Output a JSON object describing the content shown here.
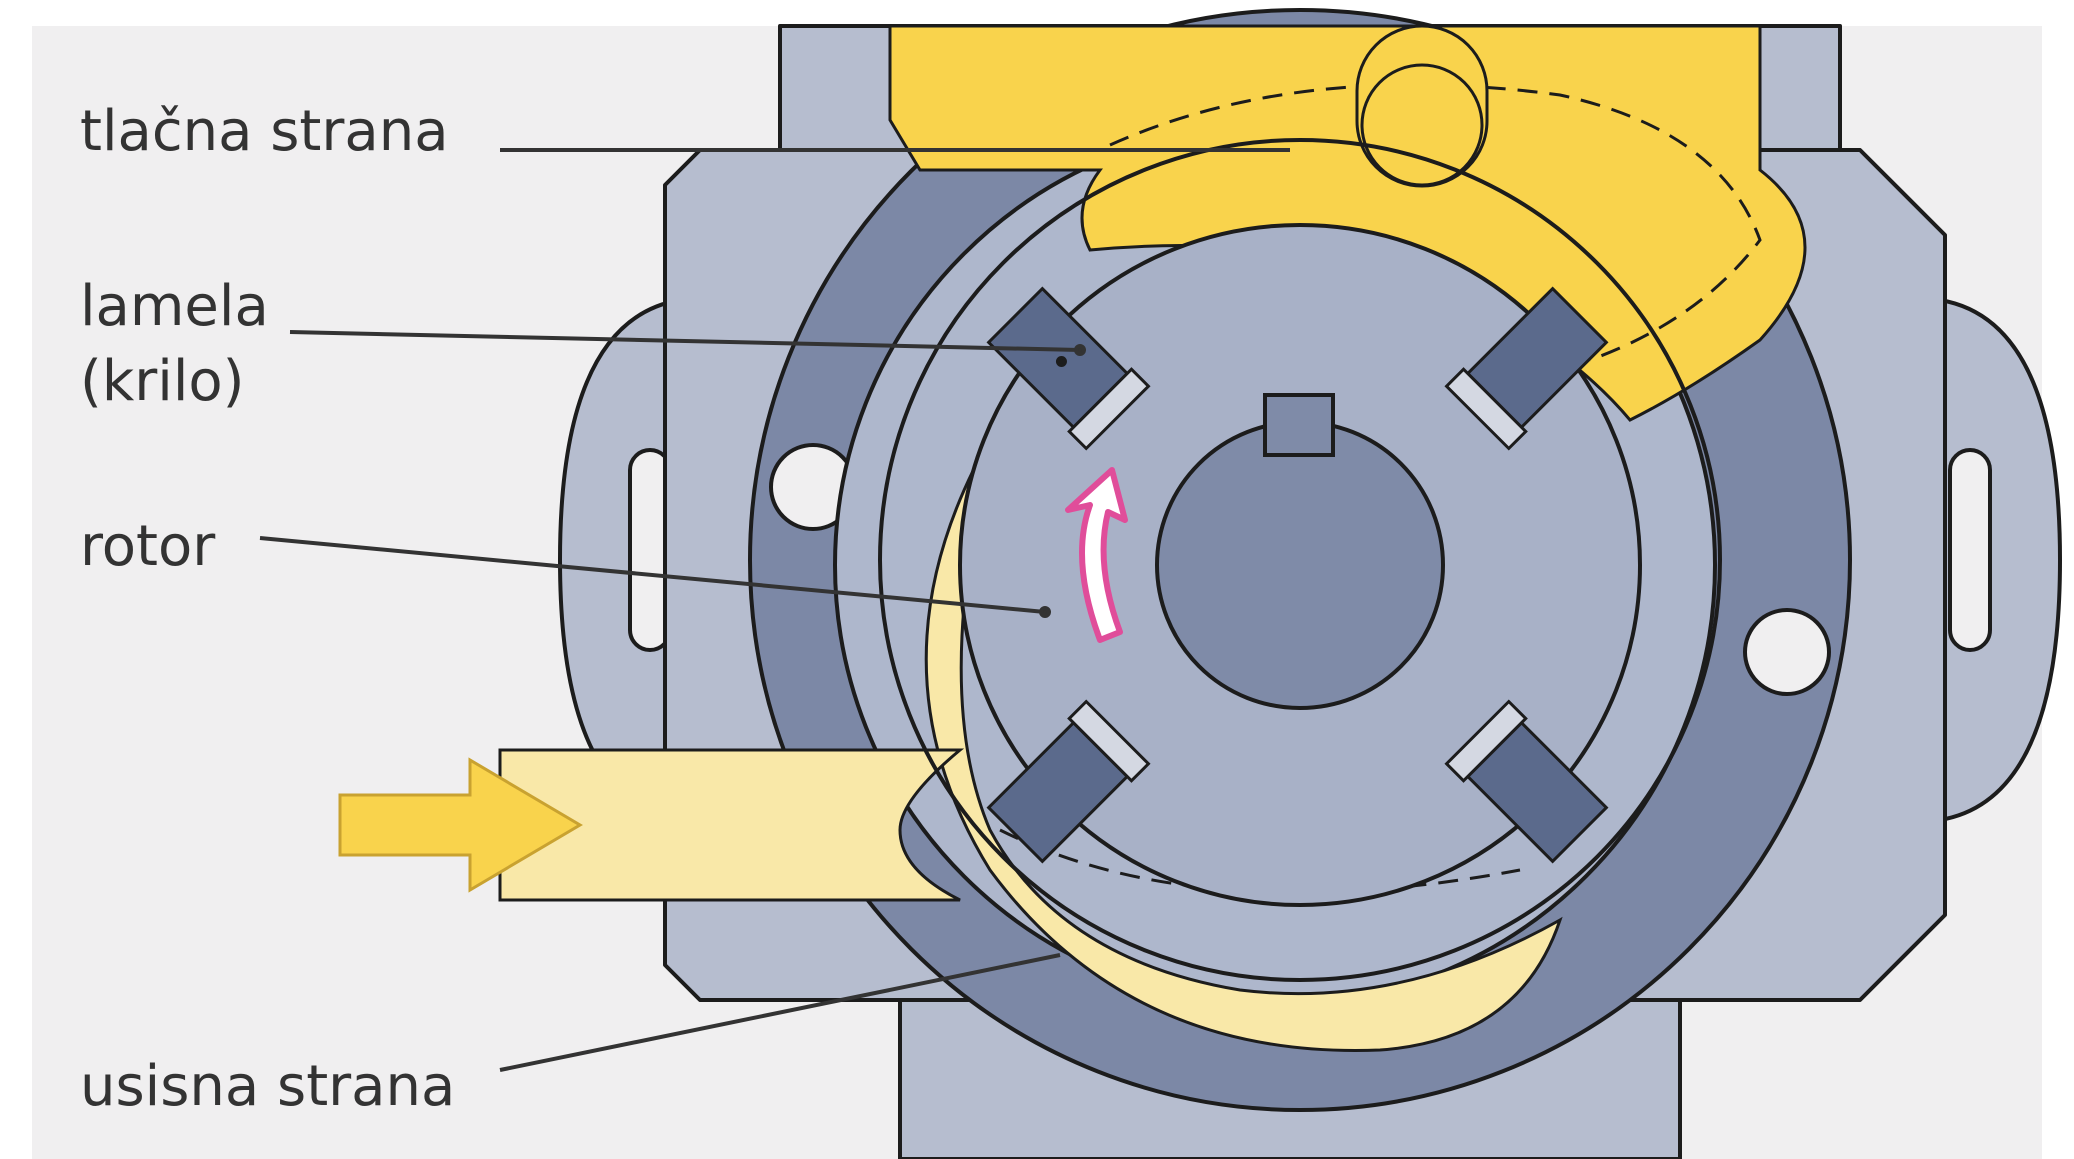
{
  "labels": {
    "pressure_side": "tlačna strana",
    "vane_line1": "lamela",
    "vane_line2": "(krilo)",
    "rotor": "rotor",
    "suction_side": "usisna strana"
  },
  "colors": {
    "background": "#f0eff0",
    "housing_light": "#b6bdcf",
    "housing_dark": "#7c88a6",
    "rotor": "#a8b1c7",
    "hub": "#7f8ba8",
    "vane": "#5b6a8c",
    "oil_pressure": "#f9d34c",
    "oil_suction": "#f9e8a8",
    "rotation_arrow": "#e04d9a",
    "outline": "#1c1c1c"
  },
  "icons": {
    "rotation": "curved-arrow-up-icon",
    "inflow": "arrow-right-icon"
  }
}
